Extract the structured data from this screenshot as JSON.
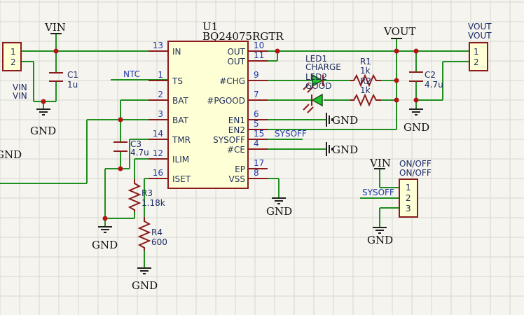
{
  "ic": {
    "ref": "U1",
    "part": "BQ24075RGTR",
    "left_pins": [
      {
        "num": "13",
        "name": "IN"
      },
      {
        "num": "1",
        "name": "TS"
      },
      {
        "num": "2",
        "name": "BAT"
      },
      {
        "num": "3",
        "name": "BAT"
      },
      {
        "num": "14",
        "name": "TMR"
      },
      {
        "num": "12",
        "name": "ILIM"
      },
      {
        "num": "16",
        "name": "ISET"
      }
    ],
    "right_pins": [
      {
        "num": "10",
        "name": "OUT"
      },
      {
        "num": "11",
        "name": "OUT"
      },
      {
        "num": "9",
        "name": "#CHG"
      },
      {
        "num": "7",
        "name": "#PGOOD"
      },
      {
        "num": "6",
        "name": "EN1"
      },
      {
        "num": "5",
        "name": "EN2"
      },
      {
        "num": "15",
        "name": "SYSOFF"
      },
      {
        "num": "4",
        "name": "#CE"
      },
      {
        "num": "17",
        "name": "EP"
      },
      {
        "num": "8",
        "name": "VSS"
      }
    ]
  },
  "power": {
    "vin": "VIN",
    "vout": "VOUT",
    "gnd": "GND"
  },
  "nets": {
    "ntc": "NTC",
    "sysoff": "SYSOFF"
  },
  "components": {
    "c1": {
      "ref": "C1",
      "value": "1u"
    },
    "c2": {
      "ref": "C2",
      "value": "4.7u"
    },
    "c3": {
      "ref": "C3",
      "value": "4.7u"
    },
    "r1": {
      "ref": "R1",
      "value": "1k"
    },
    "r2": {
      "ref": "R2",
      "value": "1k"
    },
    "r3": {
      "ref": "R3",
      "value": "1.18k"
    },
    "r4": {
      "ref": "R4",
      "value": "600"
    },
    "led1": {
      "ref": "LED1",
      "value": "CHARGE"
    },
    "led2": {
      "ref": "LED2",
      "value": "GOOD"
    }
  },
  "connectors": {
    "vin_conn": {
      "ref": "VIN",
      "value": "VIN",
      "pins": [
        "1",
        "2"
      ]
    },
    "vout_conn": {
      "ref": "VOUT",
      "value": "VOUT",
      "pins": [
        "1",
        "2"
      ]
    },
    "onoff_conn": {
      "ref": "ON/OFF",
      "value": "ON/OFF",
      "pins": [
        "1",
        "2",
        "3"
      ]
    }
  },
  "colors": {
    "wire": "#1f8f1f",
    "part": "#8b1b1b",
    "body": "#ffffd6",
    "label": "#1f3aa8",
    "background": "#f5f4ef"
  }
}
